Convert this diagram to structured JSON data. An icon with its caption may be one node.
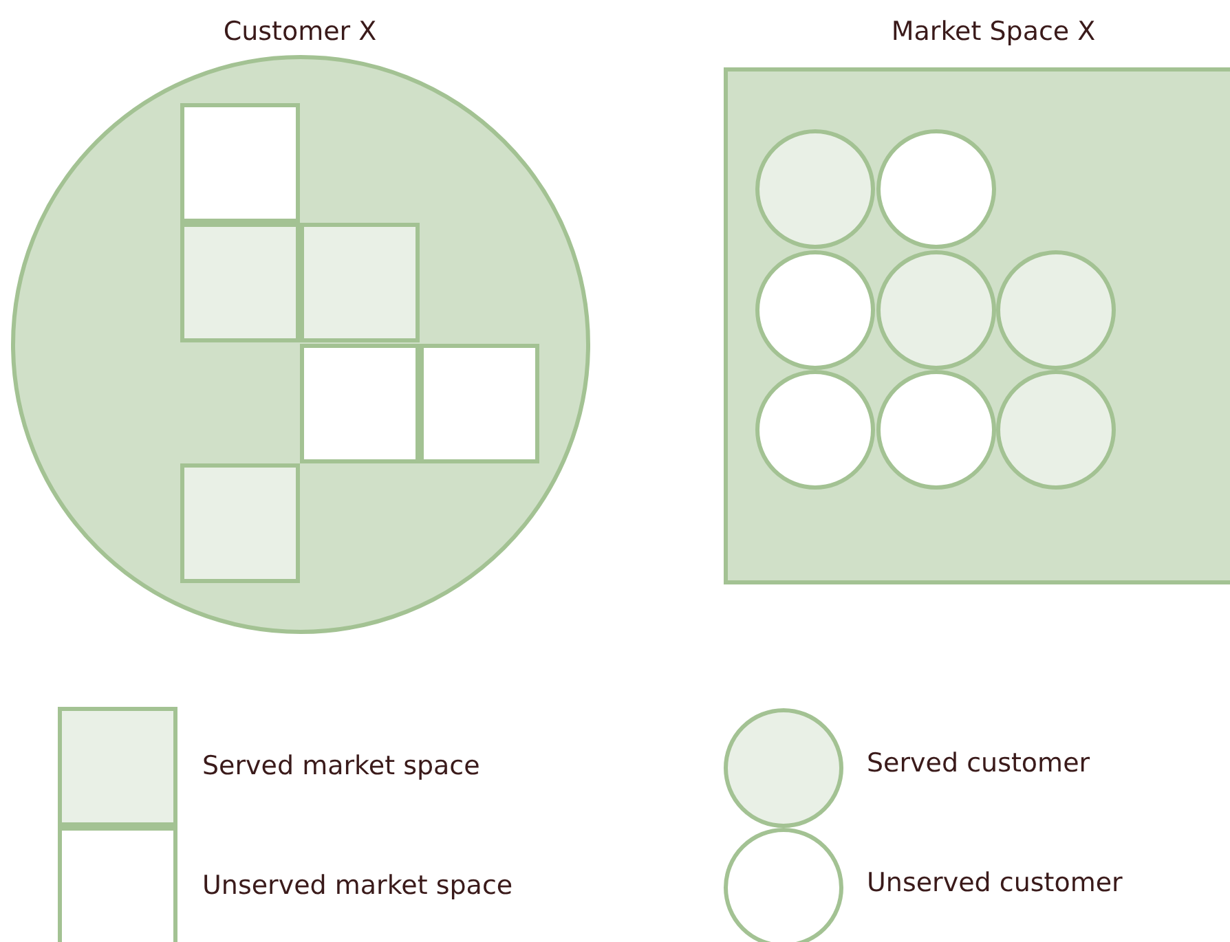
{
  "diagram": {
    "nodes": [
      {
        "text": [
          "Customer X"
        ]
      },
      {
        "text": [],
        "shape": "box",
        "in": 0
      },
      {
        "text": [],
        "shape": "box",
        "in": 0
      },
      {
        "text": [],
        "shape": "box",
        "in": 0
      },
      {
        "text": [],
        "shape": "box",
        "in": 0
      },
      {
        "text": [],
        "shape": "box",
        "in": 0
      },
      {
        "text": [],
        "shape": "box",
        "in": 0
      },
      {
        "text": [
          "Market Space X"
        ]
      },
      {
        "text": [],
        "shape": "circle",
        "in": 7
      },
      {
        "text": [],
        "shape": "circle",
        "in": 7
      },
      {
        "text": [],
        "shape": "circle",
        "in": 7
      },
      {
        "text": [],
        "shape": "circle",
        "in": 7
      },
      {
        "text": [],
        "shape": "circle",
        "in": 7
      },
      {
        "text": [],
        "shape": "circle",
        "in": 7
      },
      {
        "text": [],
        "shape": "circle",
        "in": 7
      },
      {
        "text": [],
        "shape": "circle",
        "in": 7
      }
    ],
    "edges": [],
    "legend": [
      {
        "text": "Served market space",
        "color": "#e9f0e6"
      },
      {
        "text": "Unserved market space",
        "color": "#ffffff"
      },
      {
        "text": "Served customer",
        "color": "#e9f0e6"
      },
      {
        "text": "Unserved customer",
        "color": "#ffffff"
      }
    ]
  }
}
